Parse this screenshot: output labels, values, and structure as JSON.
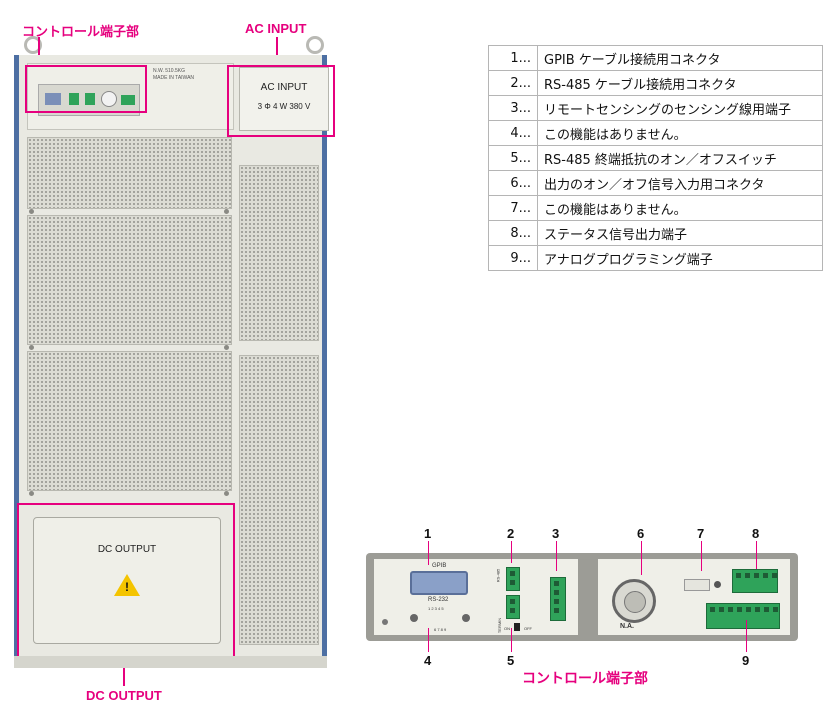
{
  "callouts": {
    "control_panel": "コントロール端子部",
    "ac_input": "AC INPUT",
    "dc_output": "DC OUTPUT"
  },
  "cabinet": {
    "weight_label": "N.W. 510.5KG",
    "origin_label": "MADE IN TAIWAN",
    "ac_plate_title": "AC INPUT",
    "ac_plate_spec": "3 Φ 4 W 380 V",
    "dc_box_label": "DC OUTPUT",
    "warning_symbol": "!"
  },
  "legend": [
    {
      "num": "1...",
      "text": "GPIB ケーブル接続用コネクタ"
    },
    {
      "num": "2...",
      "text": "RS-485 ケーブル接続用コネクタ"
    },
    {
      "num": "3...",
      "text": "リモートセンシングのセンシング線用端子"
    },
    {
      "num": "4...",
      "text": "この機能はありません。"
    },
    {
      "num": "5...",
      "text": "RS-485 終端抵抗のオン／オフスイッチ"
    },
    {
      "num": "6...",
      "text": "出力のオン／オフ信号入力用コネクタ"
    },
    {
      "num": "7...",
      "text": "この機能はありません。"
    },
    {
      "num": "8...",
      "text": "ステータス信号出力端子"
    },
    {
      "num": "9...",
      "text": "アナログプログラミング端子"
    }
  ],
  "control_panel": {
    "title": "コントロール端子部",
    "gpib_label": "GPIB",
    "rs232_label": "RS-232",
    "rs232_pins_top": "1 2 3 4 5",
    "rs232_pins_bottom": "6 7 8 9",
    "rs485_label": "RS-485",
    "termin_label": "TERMIN",
    "on_label": "ON",
    "off_label": "OFF",
    "na_label": "N.A.",
    "markers": [
      "1",
      "2",
      "3",
      "4",
      "5",
      "6",
      "7",
      "8",
      "9"
    ]
  },
  "colors": {
    "accent": "#e6007e",
    "cabinet_frame": "#4d6fa3",
    "terminal_green": "#2fa35a"
  }
}
